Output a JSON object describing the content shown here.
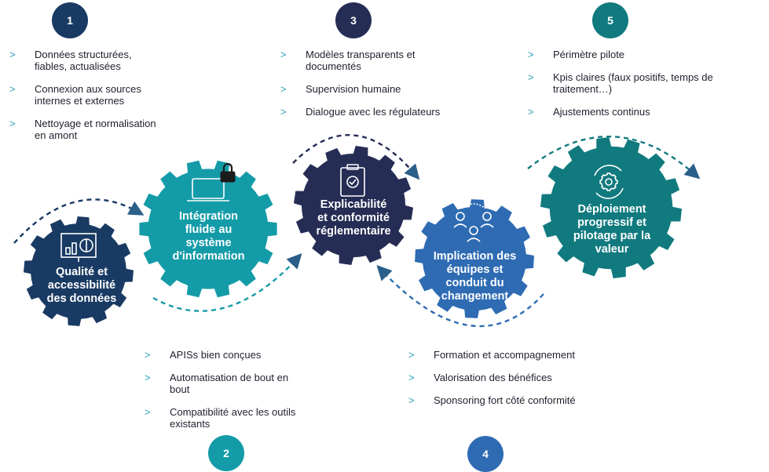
{
  "colors": {
    "navy": "#193a63",
    "teal_light": "#149ba8",
    "dark_navy": "#262d55",
    "blue": "#2e6bb3",
    "teal_dark": "#117a7f"
  },
  "steps": [
    {
      "number": "1",
      "gear_label": [
        "Qualité et",
        "accessibilité",
        "des données"
      ],
      "icon": "chart-presentation-icon",
      "bullets": [
        "Données structurées, fiables, actualisées",
        "Connexion aux sources internes et externes",
        "Nettoyage et normalisation en amont"
      ]
    },
    {
      "number": "2",
      "gear_label": [
        "Intégration",
        "fluide au",
        "système",
        "d'information"
      ],
      "icon": "laptop-lock-icon",
      "bullets": [
        "APISs bien conçues",
        "Automatisation de bout en bout",
        "Compatibilité avec les outils existants"
      ]
    },
    {
      "number": "3",
      "gear_label": [
        "Explicabilité",
        "et conformité",
        "réglementaire"
      ],
      "icon": "clipboard-check-icon",
      "bullets": [
        "Modèles transparents et documentés",
        "Supervision humaine",
        "Dialogue avec les régulateurs"
      ]
    },
    {
      "number": "4",
      "gear_label": [
        "Implication des",
        "équipes et",
        "conduit du",
        "changement"
      ],
      "icon": "team-people-icon",
      "bullets": [
        "Formation et accompagnement",
        "Valorisation des bénéfices",
        "Sponsoring fort côté conformité"
      ]
    },
    {
      "number": "5",
      "gear_label": [
        "Déploiement",
        "progressif et",
        "pilotage par la",
        "valeur"
      ],
      "icon": "gear-cycle-icon",
      "bullets": [
        "Périmètre pilote",
        "Kpis claires (faux positifs, temps de traitement…)",
        "Ajustements continus"
      ]
    }
  ]
}
